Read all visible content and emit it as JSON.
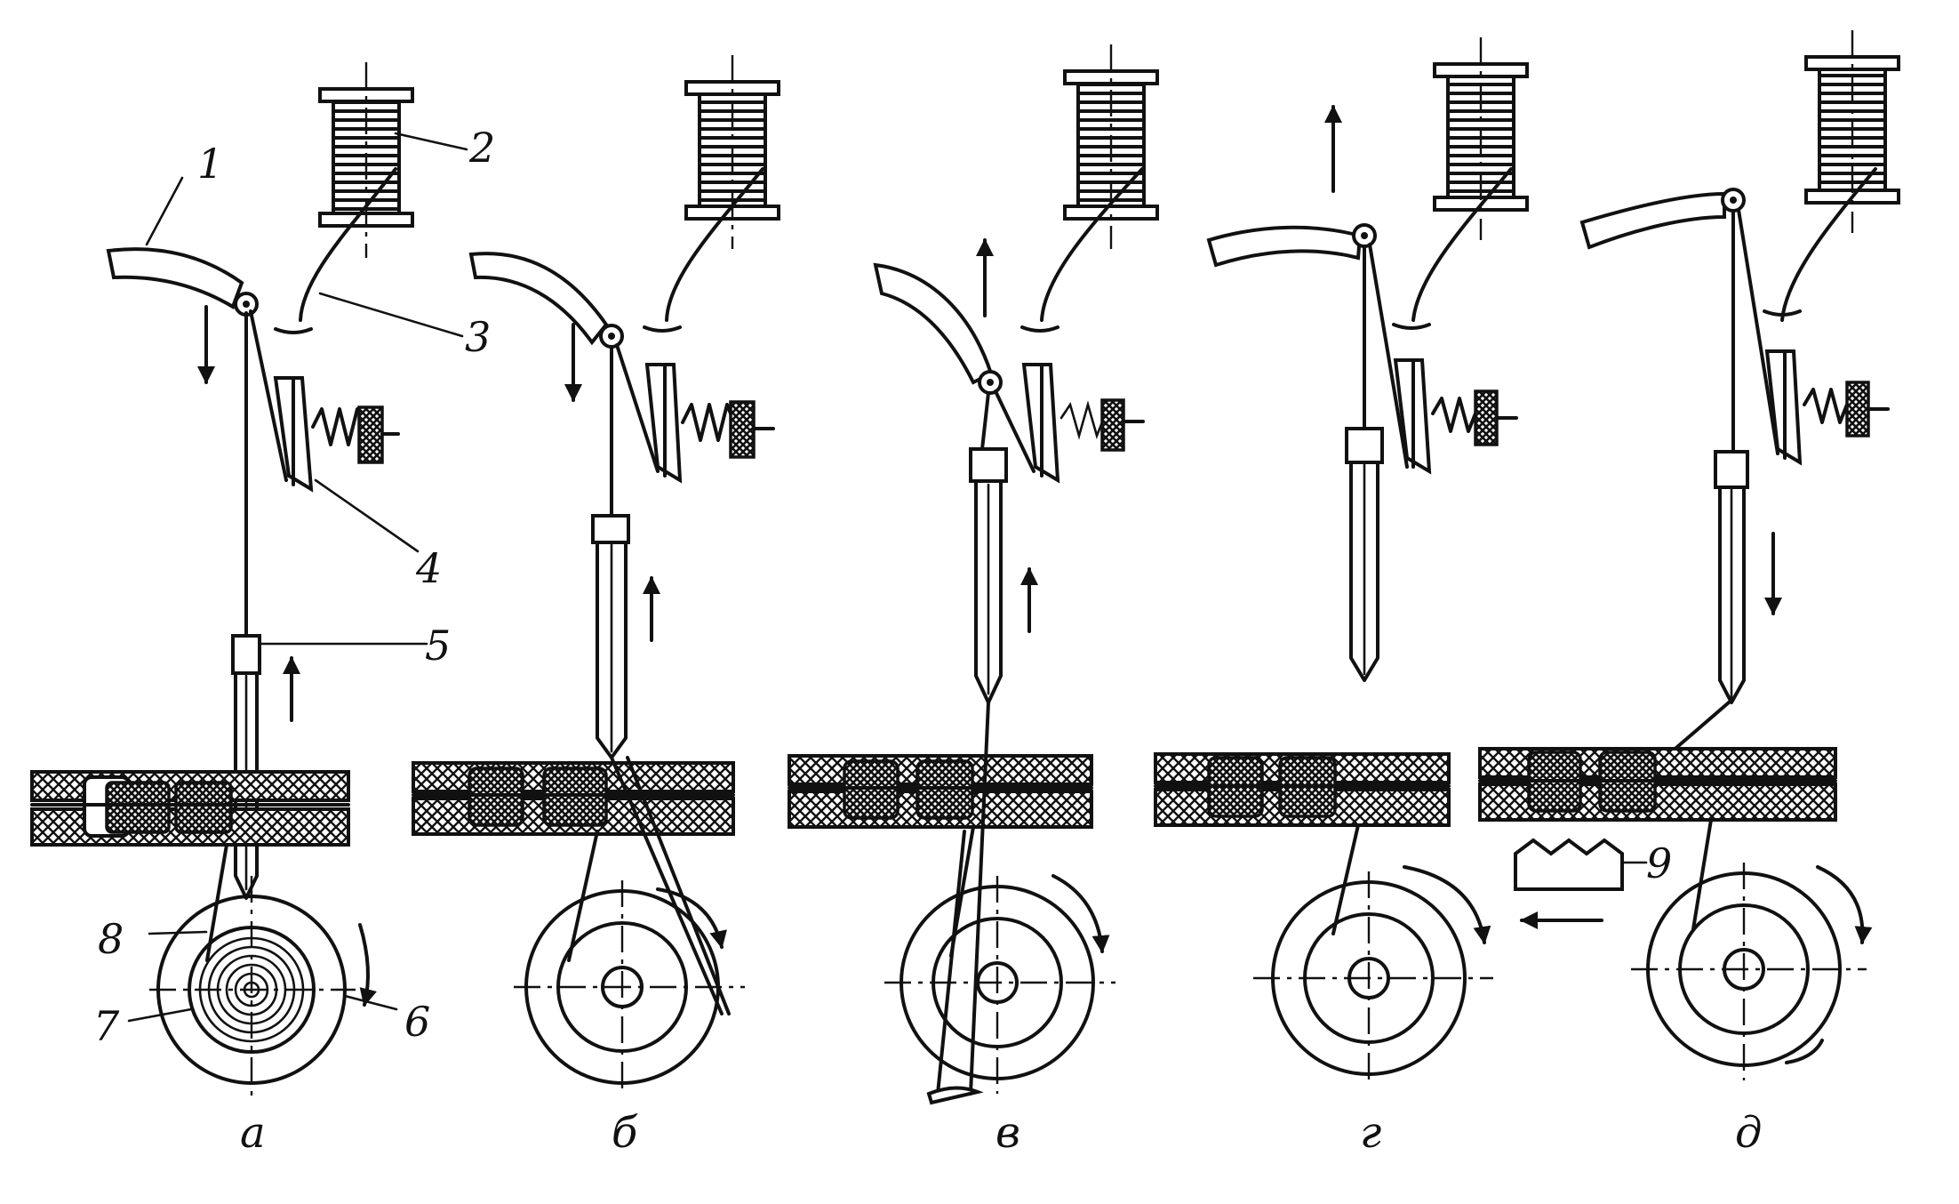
{
  "figure": {
    "part_labels": {
      "arm": "1",
      "spool": "2",
      "thread": "3",
      "tensioner": "4",
      "needle_eye": "5",
      "hook": "6",
      "bobbin": "7",
      "bobbin_thread": "8",
      "feed_dog": "9"
    },
    "stages": [
      {
        "caption": "а"
      },
      {
        "caption": "б"
      },
      {
        "caption": "в"
      },
      {
        "caption": "г"
      },
      {
        "caption": "д"
      }
    ]
  },
  "colors": {
    "ink": "#111111",
    "paper": "#ffffff"
  }
}
